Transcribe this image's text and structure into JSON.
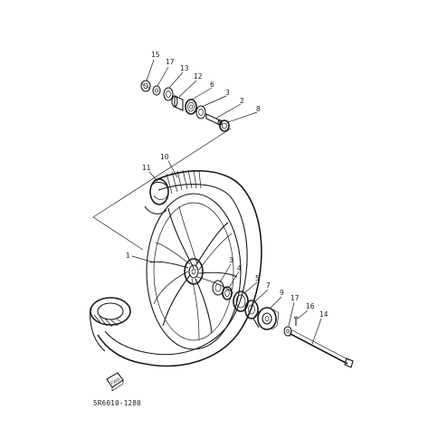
{
  "callouts": {
    "c15": "15",
    "c17a": "17",
    "c13": "13",
    "c12": "12",
    "c6": "6",
    "c3a": "3",
    "c2": "2",
    "c8": "8",
    "c10": "10",
    "c11": "11",
    "c1": "1",
    "c3b": "3",
    "c4": "4",
    "c5": "5",
    "c7": "7",
    "c9": "9",
    "c17b": "17",
    "c16": "16",
    "c14": "14"
  },
  "badge_text": "FWD",
  "part_code": "5R6010-1280"
}
